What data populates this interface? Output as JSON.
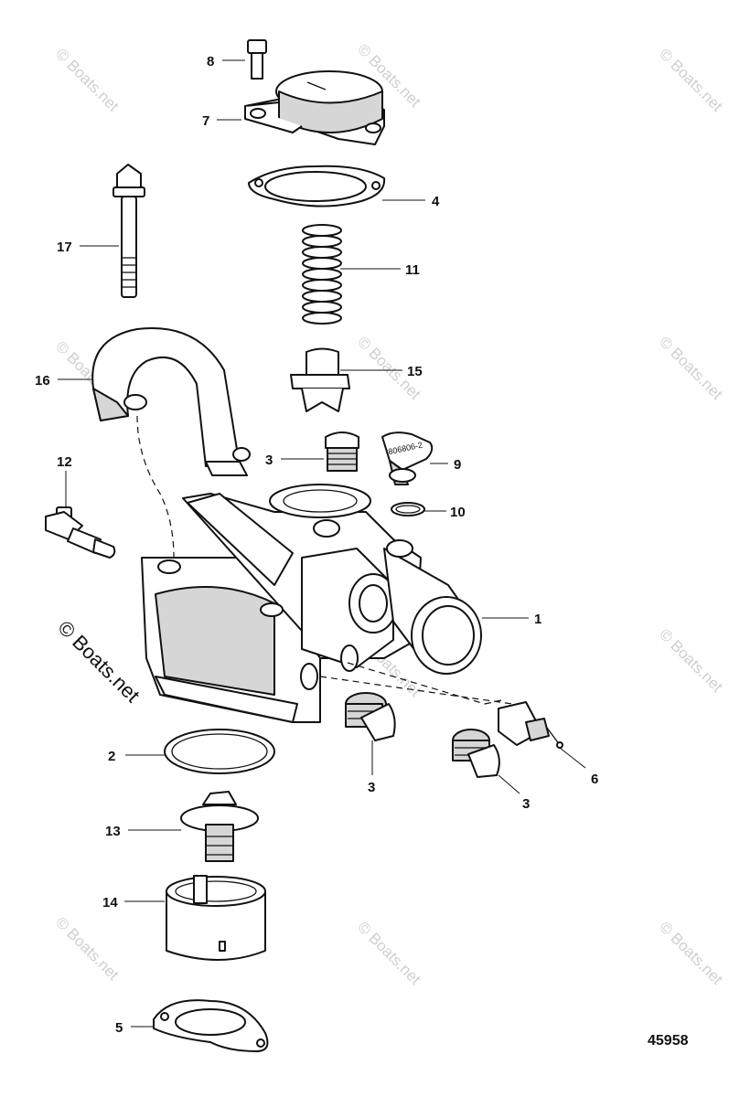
{
  "figure_number": "45958",
  "watermark_text": "© Boats.net",
  "part_stamp": "806806-2",
  "callouts": {
    "c1": "1",
    "c2": "2",
    "c3a": "3",
    "c3b": "3",
    "c3c": "3",
    "c4": "4",
    "c5": "5",
    "c6": "6",
    "c7": "7",
    "c8": "8",
    "c9": "9",
    "c10": "10",
    "c11": "11",
    "c12": "12",
    "c13": "13",
    "c14": "14",
    "c15": "15",
    "c16": "16",
    "c17": "17"
  }
}
